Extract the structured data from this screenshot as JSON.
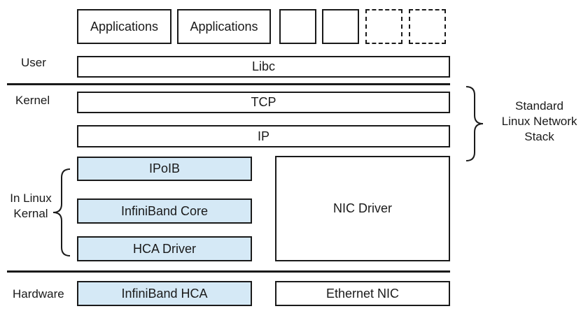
{
  "applications": [
    "Applications",
    "Applications"
  ],
  "layers": {
    "user": "User",
    "kernel": "Kernel",
    "hardware": "Hardware"
  },
  "stack": {
    "libc": "Libc",
    "tcp": "TCP",
    "ip": "IP"
  },
  "infiniband": {
    "ipoib": "IPoIB",
    "core": "InfiniBand Core",
    "hca_driver": "HCA Driver",
    "hca": "InfiniBand HCA"
  },
  "ethernet": {
    "nic_driver": "NIC Driver",
    "nic": "Ethernet NIC"
  },
  "annotations": {
    "standard_stack": [
      "Standard",
      "Linux Network",
      "Stack"
    ],
    "in_linux_kernal": [
      "In Linux",
      "Kernal"
    ]
  },
  "colors": {
    "infiniband_fill": "#d5e9f6",
    "line": "#1a1a1a"
  }
}
